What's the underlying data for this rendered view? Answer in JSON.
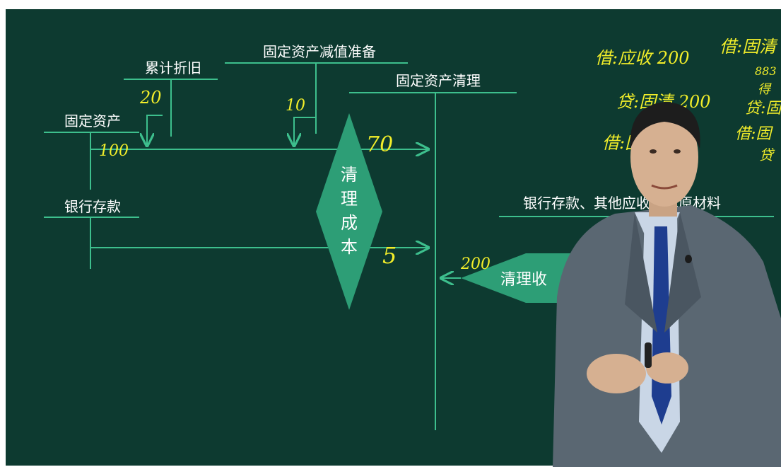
{
  "diagram": {
    "accounts": {
      "fixed_asset": "固定资产",
      "accumulated_depreciation": "累计折旧",
      "impairment_provision": "固定资产减值准备",
      "disposal": "固定资产清理",
      "bank_deposit": "银行存款",
      "proceeds_source": "银行存款、其他应收款或原材料"
    },
    "cost_diamond": [
      "清",
      "理",
      "成",
      "本"
    ],
    "revenue_arrow": "清理收",
    "handwritten": {
      "fixed_asset_amount": "100",
      "depreciation_amount": "20",
      "impairment_amount": "10",
      "net_cost_amount": "70",
      "bank_cost_amount": "5",
      "revenue_amount": "200"
    },
    "notes": {
      "line1": "借:应收 200",
      "line2": "贷:固清 200",
      "line3": "借:固清",
      "right1": "借:固清",
      "right2": "883",
      "right3": "得",
      "right4": "贷:固",
      "right5": "借:固",
      "right6": "贷"
    },
    "colors": {
      "board": "#0d3a30",
      "line": "#3dbf8d",
      "shape_fill": "#2d9e76",
      "chalk": "#ffffff",
      "handwriting": "#f2ee2a",
      "suit": "#5a6772",
      "shirt": "#c9d6e6",
      "tie": "#1e3d8f"
    }
  }
}
